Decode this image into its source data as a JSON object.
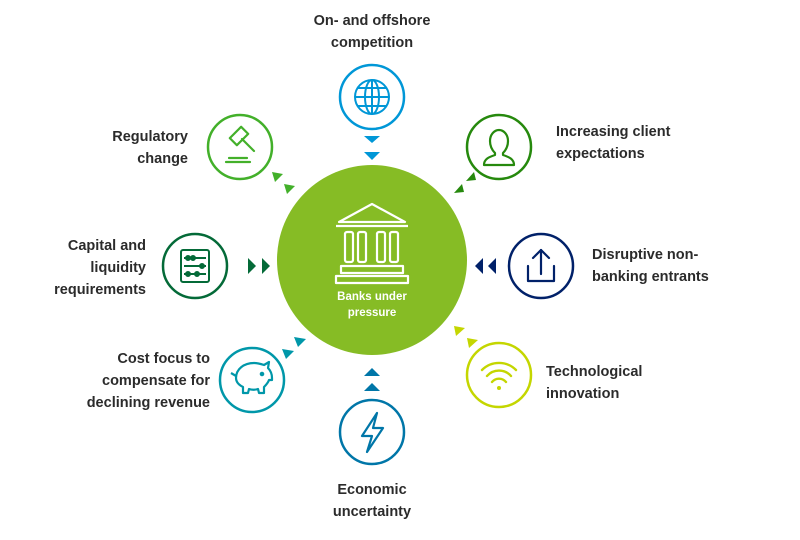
{
  "center": {
    "label": "Banks under\npressure",
    "icon": "bank-building-icon",
    "color": "#86bc25"
  },
  "factors": [
    {
      "id": "competition",
      "label": "On- and offshore\ncompetition",
      "icon": "globe-icon",
      "color": "#0097d7"
    },
    {
      "id": "client",
      "label": "Increasing client\nexpectations",
      "icon": "person-icon",
      "color": "#26890d"
    },
    {
      "id": "disruptive",
      "label": "Disruptive non-\nbanking entrants",
      "icon": "upload-icon",
      "color": "#012169"
    },
    {
      "id": "technology",
      "label": "Technological\ninnovation",
      "icon": "wifi-icon",
      "color": "#c4d600"
    },
    {
      "id": "economic",
      "label": "Economic\nuncertainty",
      "icon": "lightning-icon",
      "color": "#0076a8"
    },
    {
      "id": "cost",
      "label": "Cost focus to\ncompensate for\ndeclining revenue",
      "icon": "piggy-bank-icon",
      "color": "#0097a9"
    },
    {
      "id": "capital",
      "label": "Capital and\nliquidity\nrequirements",
      "icon": "abacus-icon",
      "color": "#046a38"
    },
    {
      "id": "regulatory",
      "label": "Regulatory\nchange",
      "icon": "gavel-icon",
      "color": "#43b02a"
    }
  ]
}
